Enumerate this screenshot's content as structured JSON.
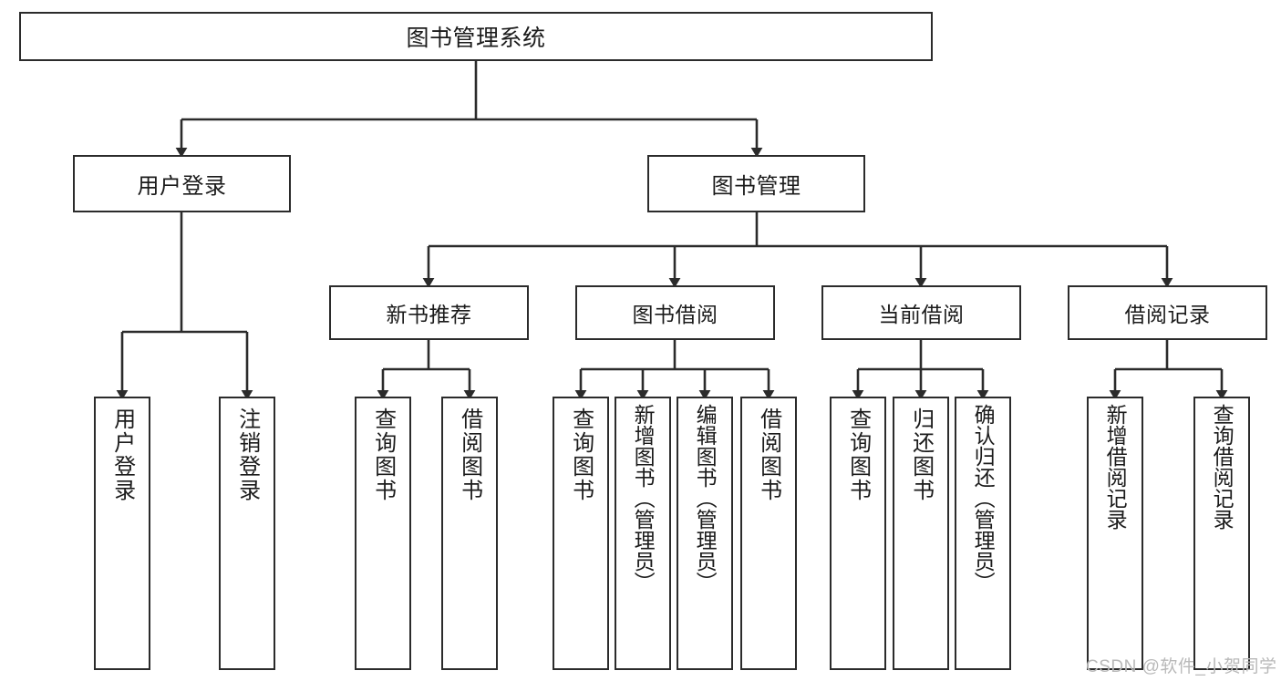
{
  "diagram": {
    "title": "图书管理系统",
    "type": "tree-hierarchy",
    "theme": {
      "background": "#ffffff",
      "node_border": "#2b2b2b",
      "node_fill": "#ffffff",
      "edge_color": "#2b2b2b",
      "text_color": "#1b1b1b",
      "watermark_color": "#b9b9b9"
    },
    "nodes": {
      "root": {
        "label": "图书管理系统"
      },
      "level1": [
        {
          "id": "user-login",
          "label": "用户登录"
        },
        {
          "id": "book-manage",
          "label": "图书管理"
        }
      ],
      "level2": [
        {
          "id": "new-book-rec",
          "label": "新书推荐"
        },
        {
          "id": "book-borrow",
          "label": "图书借阅"
        },
        {
          "id": "current-borrow",
          "label": "当前借阅"
        },
        {
          "id": "borrow-record",
          "label": "借阅记录"
        }
      ],
      "leaves": {
        "user-login": [
          {
            "id": "leaf-user-login",
            "label": "用户登录"
          },
          {
            "id": "leaf-logout",
            "label": "注销登录"
          }
        ],
        "new-book-rec": [
          {
            "id": "leaf-query-book-1",
            "label": "查询图书"
          },
          {
            "id": "leaf-borrow-book-1",
            "label": "借阅图书"
          }
        ],
        "book-borrow": [
          {
            "id": "leaf-query-book-2",
            "label": "查询图书"
          },
          {
            "id": "leaf-add-book",
            "label": "新增图书（管理员）"
          },
          {
            "id": "leaf-edit-book",
            "label": "编辑图书（管理员）"
          },
          {
            "id": "leaf-borrow-book-2",
            "label": "借阅图书"
          }
        ],
        "current-borrow": [
          {
            "id": "leaf-query-book-3",
            "label": "查询图书"
          },
          {
            "id": "leaf-return-book",
            "label": "归还图书"
          },
          {
            "id": "leaf-confirm-return",
            "label": "确认归还（管理员）"
          }
        ],
        "borrow-record": [
          {
            "id": "leaf-add-record",
            "label": "新增借阅记录"
          },
          {
            "id": "leaf-query-record",
            "label": "查询借阅记录"
          }
        ]
      }
    },
    "watermark": "CSDN @软件_小贺同学"
  }
}
